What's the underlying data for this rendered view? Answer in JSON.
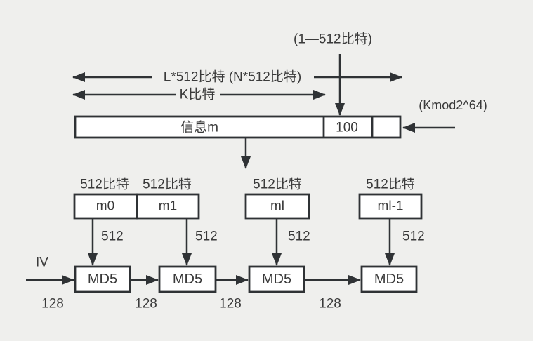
{
  "colors": {
    "background": "#efefed",
    "line": "#2f3235",
    "text": "#3a3a3a",
    "box_fill": "#ffffff"
  },
  "header": {
    "chunk_size_note": "(1—512比特)",
    "total_length_label": "L*512比特 (N*512比特)",
    "k_bits_label": "K比特",
    "k_mod_note": "(Kmod2^64)"
  },
  "message_bar": {
    "message_label": "信息m",
    "padding_bits": "100"
  },
  "blocks": [
    {
      "bits_label": "512比特",
      "name": "m0",
      "arrow_label": "512"
    },
    {
      "bits_label": "512比特",
      "name": "m1",
      "arrow_label": "512"
    },
    {
      "bits_label": "512比特",
      "name": "ml",
      "arrow_label": "512"
    },
    {
      "bits_label": "512比特",
      "name": "ml-1",
      "arrow_label": "512"
    }
  ],
  "hash_chain": {
    "iv_label": "IV",
    "stages": [
      {
        "label": "MD5",
        "output_bits": "128"
      },
      {
        "label": "MD5",
        "output_bits": "128"
      },
      {
        "label": "MD5",
        "output_bits": "128"
      },
      {
        "label": "MD5",
        "output_bits": "128"
      }
    ]
  }
}
